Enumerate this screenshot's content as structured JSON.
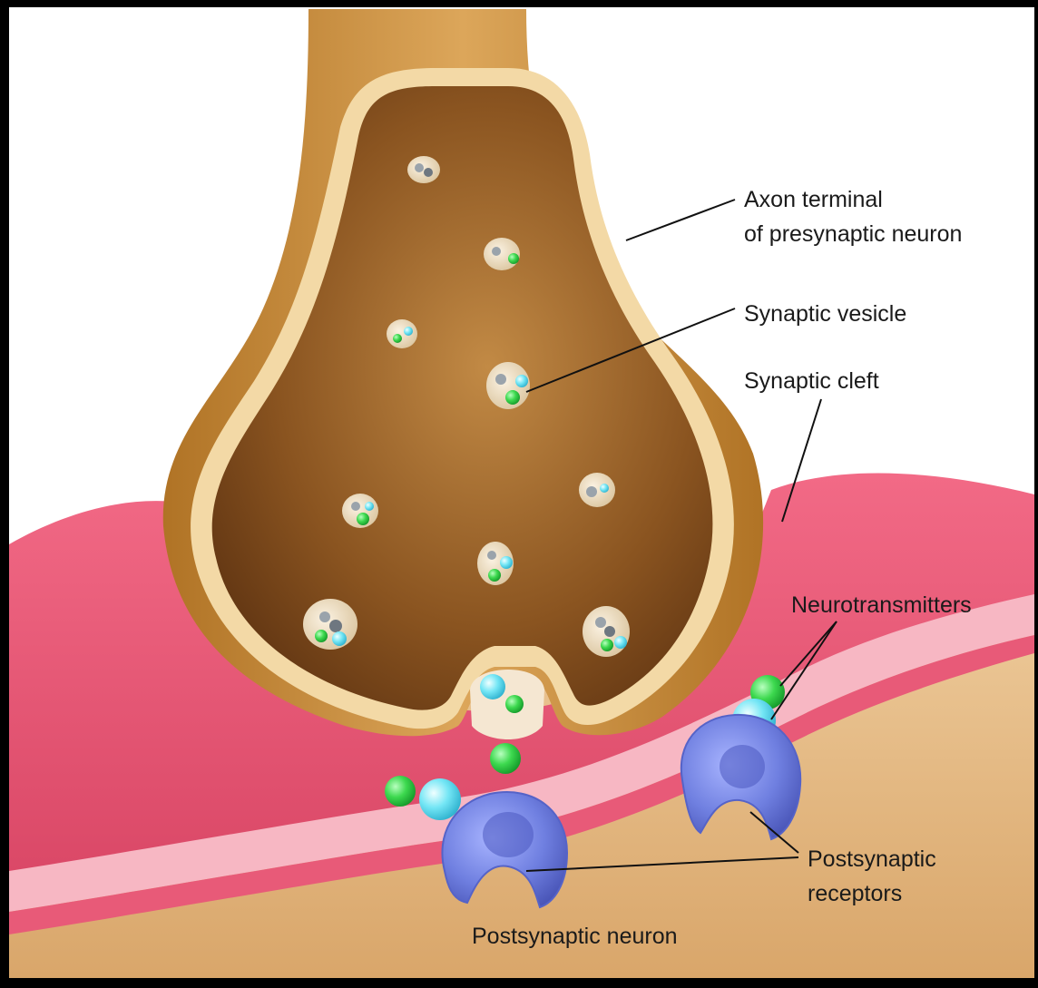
{
  "labels": {
    "axon_terminal_line1": "Axon terminal",
    "axon_terminal_line2": "of presynaptic neuron",
    "synaptic_vesicle": "Synaptic vesicle",
    "synaptic_cleft": "Synaptic cleft",
    "neurotransmitters": "Neurotransmitters",
    "postsynaptic_receptors_line1": "Postsynaptic",
    "postsynaptic_receptors_line2": "receptors",
    "postsynaptic_neuron": "Postsynaptic neuron"
  },
  "colors": {
    "background": "#ffffff",
    "border": "#000000",
    "axon_outer": "#c98f3b",
    "axon_membrane": "#f3d9a6",
    "axon_inner": "#8a5420",
    "postsynaptic_pink": "#f06a85",
    "postsynaptic_light": "#f7b7c3",
    "postsynaptic_tan": "#e9c08d",
    "receptor": "#6f7fe0",
    "neurotransmitter_green": "#3dd94f",
    "neurotransmitter_cyan": "#74e6f5",
    "vesicle": "#eddcc0"
  }
}
